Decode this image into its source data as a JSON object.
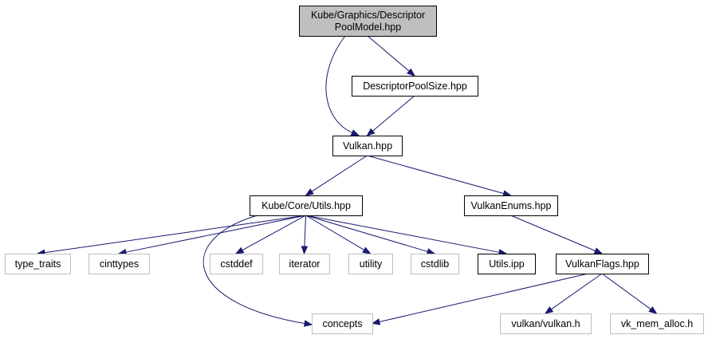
{
  "colors": {
    "edge": "#191970",
    "node_border": "#000000",
    "external_border": "#bfbfbf",
    "root_fill": "#bfbfbf",
    "node_fill": "#ffffff"
  },
  "nodes": {
    "root": {
      "lines": [
        "Kube/Graphics/Descriptor",
        "PoolModel.hpp"
      ],
      "kind": "root"
    },
    "descpoolsize": {
      "lines": [
        "DescriptorPoolSize.hpp"
      ],
      "kind": "local"
    },
    "vulkan": {
      "lines": [
        "Vulkan.hpp"
      ],
      "kind": "local"
    },
    "utils": {
      "lines": [
        "Kube/Core/Utils.hpp"
      ],
      "kind": "local"
    },
    "vulkanenums": {
      "lines": [
        "VulkanEnums.hpp"
      ],
      "kind": "local"
    },
    "type_traits": {
      "lines": [
        "type_traits"
      ],
      "kind": "external"
    },
    "cinttypes": {
      "lines": [
        "cinttypes"
      ],
      "kind": "external"
    },
    "cstddef": {
      "lines": [
        "cstddef"
      ],
      "kind": "external"
    },
    "iterator": {
      "lines": [
        "iterator"
      ],
      "kind": "external"
    },
    "utility": {
      "lines": [
        "utility"
      ],
      "kind": "external"
    },
    "cstdlib": {
      "lines": [
        "cstdlib"
      ],
      "kind": "external"
    },
    "utilsipp": {
      "lines": [
        "Utils.ipp"
      ],
      "kind": "local"
    },
    "vulkanflags": {
      "lines": [
        "VulkanFlags.hpp"
      ],
      "kind": "local"
    },
    "concepts": {
      "lines": [
        "concepts"
      ],
      "kind": "external"
    },
    "vulkanh": {
      "lines": [
        "vulkan/vulkan.h"
      ],
      "kind": "external"
    },
    "vkmem": {
      "lines": [
        "vk_mem_alloc.h"
      ],
      "kind": "external"
    }
  },
  "edges": [
    [
      "root",
      "descpoolsize"
    ],
    [
      "root",
      "vulkan"
    ],
    [
      "descpoolsize",
      "vulkan"
    ],
    [
      "vulkan",
      "utils"
    ],
    [
      "vulkan",
      "vulkanenums"
    ],
    [
      "utils",
      "type_traits"
    ],
    [
      "utils",
      "cinttypes"
    ],
    [
      "utils",
      "cstddef"
    ],
    [
      "utils",
      "iterator"
    ],
    [
      "utils",
      "utility"
    ],
    [
      "utils",
      "cstdlib"
    ],
    [
      "utils",
      "utilsipp"
    ],
    [
      "utils",
      "concepts"
    ],
    [
      "vulkanenums",
      "vulkanflags"
    ],
    [
      "vulkanflags",
      "concepts"
    ],
    [
      "vulkanflags",
      "vulkanh"
    ],
    [
      "vulkanflags",
      "vkmem"
    ]
  ]
}
